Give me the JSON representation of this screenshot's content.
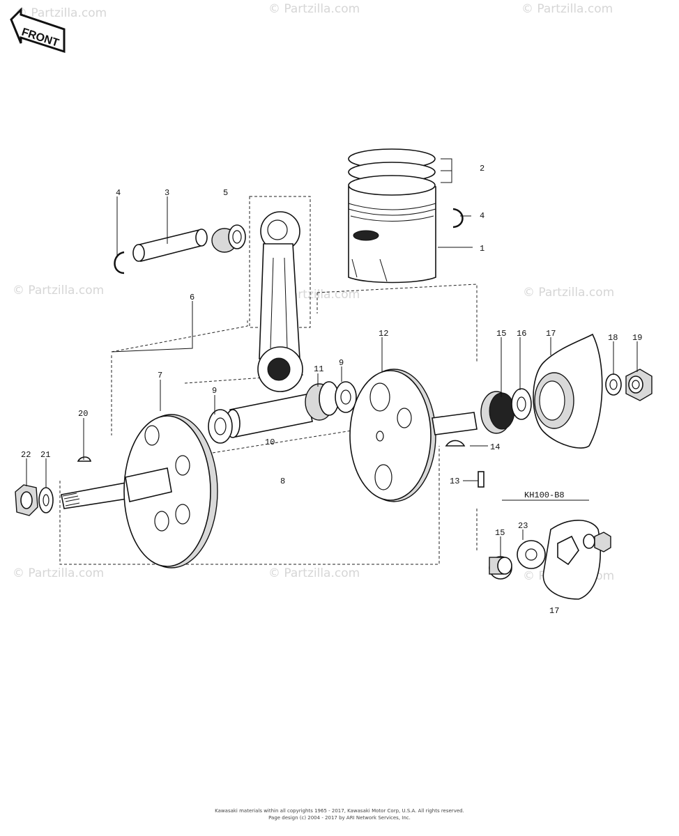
{
  "front_arrow": {
    "label": "FRONT"
  },
  "watermark": {
    "text": "© Partzilla.com"
  },
  "diagram_code": "KH100-B8",
  "callouts": [
    {
      "key": "c1",
      "text": "1"
    },
    {
      "key": "c2",
      "text": "2"
    },
    {
      "key": "c3",
      "text": "3"
    },
    {
      "key": "c4a",
      "text": "4"
    },
    {
      "key": "c4b",
      "text": "4"
    },
    {
      "key": "c5",
      "text": "5"
    },
    {
      "key": "c6",
      "text": "6"
    },
    {
      "key": "c7",
      "text": "7"
    },
    {
      "key": "c8",
      "text": "8"
    },
    {
      "key": "c9a",
      "text": "9"
    },
    {
      "key": "c9b",
      "text": "9"
    },
    {
      "key": "c10",
      "text": "10"
    },
    {
      "key": "c11",
      "text": "11"
    },
    {
      "key": "c12",
      "text": "12"
    },
    {
      "key": "c13",
      "text": "13"
    },
    {
      "key": "c14",
      "text": "14"
    },
    {
      "key": "c15a",
      "text": "15"
    },
    {
      "key": "c15b",
      "text": "15"
    },
    {
      "key": "c16",
      "text": "16"
    },
    {
      "key": "c17a",
      "text": "17"
    },
    {
      "key": "c17b",
      "text": "17"
    },
    {
      "key": "c18",
      "text": "18"
    },
    {
      "key": "c19",
      "text": "19"
    },
    {
      "key": "c20",
      "text": "20"
    },
    {
      "key": "c21",
      "text": "21"
    },
    {
      "key": "c22",
      "text": "22"
    },
    {
      "key": "c23",
      "text": "23"
    }
  ],
  "copyright": {
    "line1": "Kawasaki materials within all copyrights 1965 - 2017, Kawasaki Motor Corp, U.S.A.  All rights reserved.",
    "line2": "Page design (c) 2004 - 2017 by ARI Network Services, Inc."
  }
}
